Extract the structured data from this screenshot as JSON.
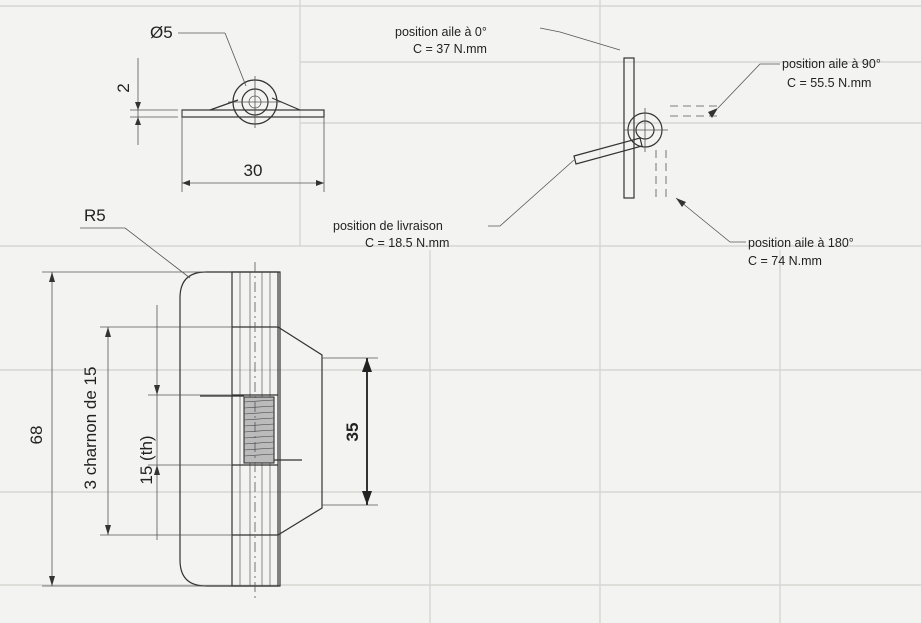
{
  "top_view": {
    "diameter": "Ø5",
    "height": "2",
    "width": "30"
  },
  "side_view": {
    "radius": "R5",
    "total_length": "68",
    "hinge_knuckles": "3 charnon de 15",
    "knuckle_length": "15 (th)",
    "spring_length": "35"
  },
  "positions": {
    "wing_0": {
      "label": "position aile à 0°",
      "torque": "C = 37 N.mm"
    },
    "wing_90": {
      "label": "position aile à 90°",
      "torque": "C = 55.5  N.mm"
    },
    "delivery": {
      "label": "position de livraison",
      "torque": "C = 18.5 N.mm"
    },
    "wing_180": {
      "label": "position aile à 180°",
      "torque": "C = 74 N.mm"
    }
  }
}
